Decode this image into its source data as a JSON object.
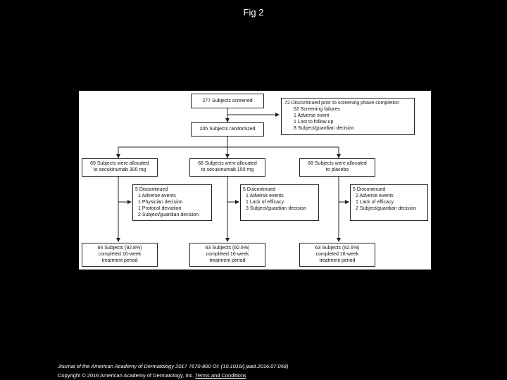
{
  "title": "Fig 2",
  "flow": {
    "screened": "277 Subjects screened",
    "discontinued_prior": [
      "72 Discontinued prior to screening phase completion",
      "62 Screening failures",
      "1 Adverse event",
      "1 Lost to follow up",
      "8 Subject/guardian decision"
    ],
    "randomized": "205 Subjects randomized",
    "arms": [
      {
        "allocated": [
          "69 Subjects were allocated",
          "to secukinumab 300 mg"
        ],
        "discontinued": [
          "5 Discontinued",
          "1 Adverse events",
          "1 Physician decision",
          "1 Protocol deviation",
          "2 Subject/guardian decision"
        ],
        "completed": [
          "64 Subjects (92.8%)",
          "completed 16-week",
          "treatment period"
        ]
      },
      {
        "allocated": [
          "68 Subjects were allocated",
          "to secukinumab 150 mg"
        ],
        "discontinued": [
          "5 Discontinued",
          "1 Adverse events",
          "1 Lack of efficacy",
          "3 Subject/guardian decision"
        ],
        "completed": [
          "63 Subjects (92.6%)",
          "completed 16-week",
          "treatment period"
        ]
      },
      {
        "allocated": [
          "68 Subjects were allocated",
          "to placebo"
        ],
        "discontinued": [
          "5 Discontinued",
          "2 Adverse events",
          "1 Lack of efficacy",
          "2 Subject/guardian decision"
        ],
        "completed": [
          "63 Subjects (92.6%)",
          "completed 16-week",
          "treatment period"
        ]
      }
    ]
  },
  "footer": {
    "journal": "Journal of the American Academy of Dermatology 2017 7670-800 OI: (10.1016/j.jaad.2016.07.058)",
    "copyright": "Copyright © 2016 American Academy of Dermatology, Inc.",
    "terms_link": "Terms and Conditions"
  }
}
